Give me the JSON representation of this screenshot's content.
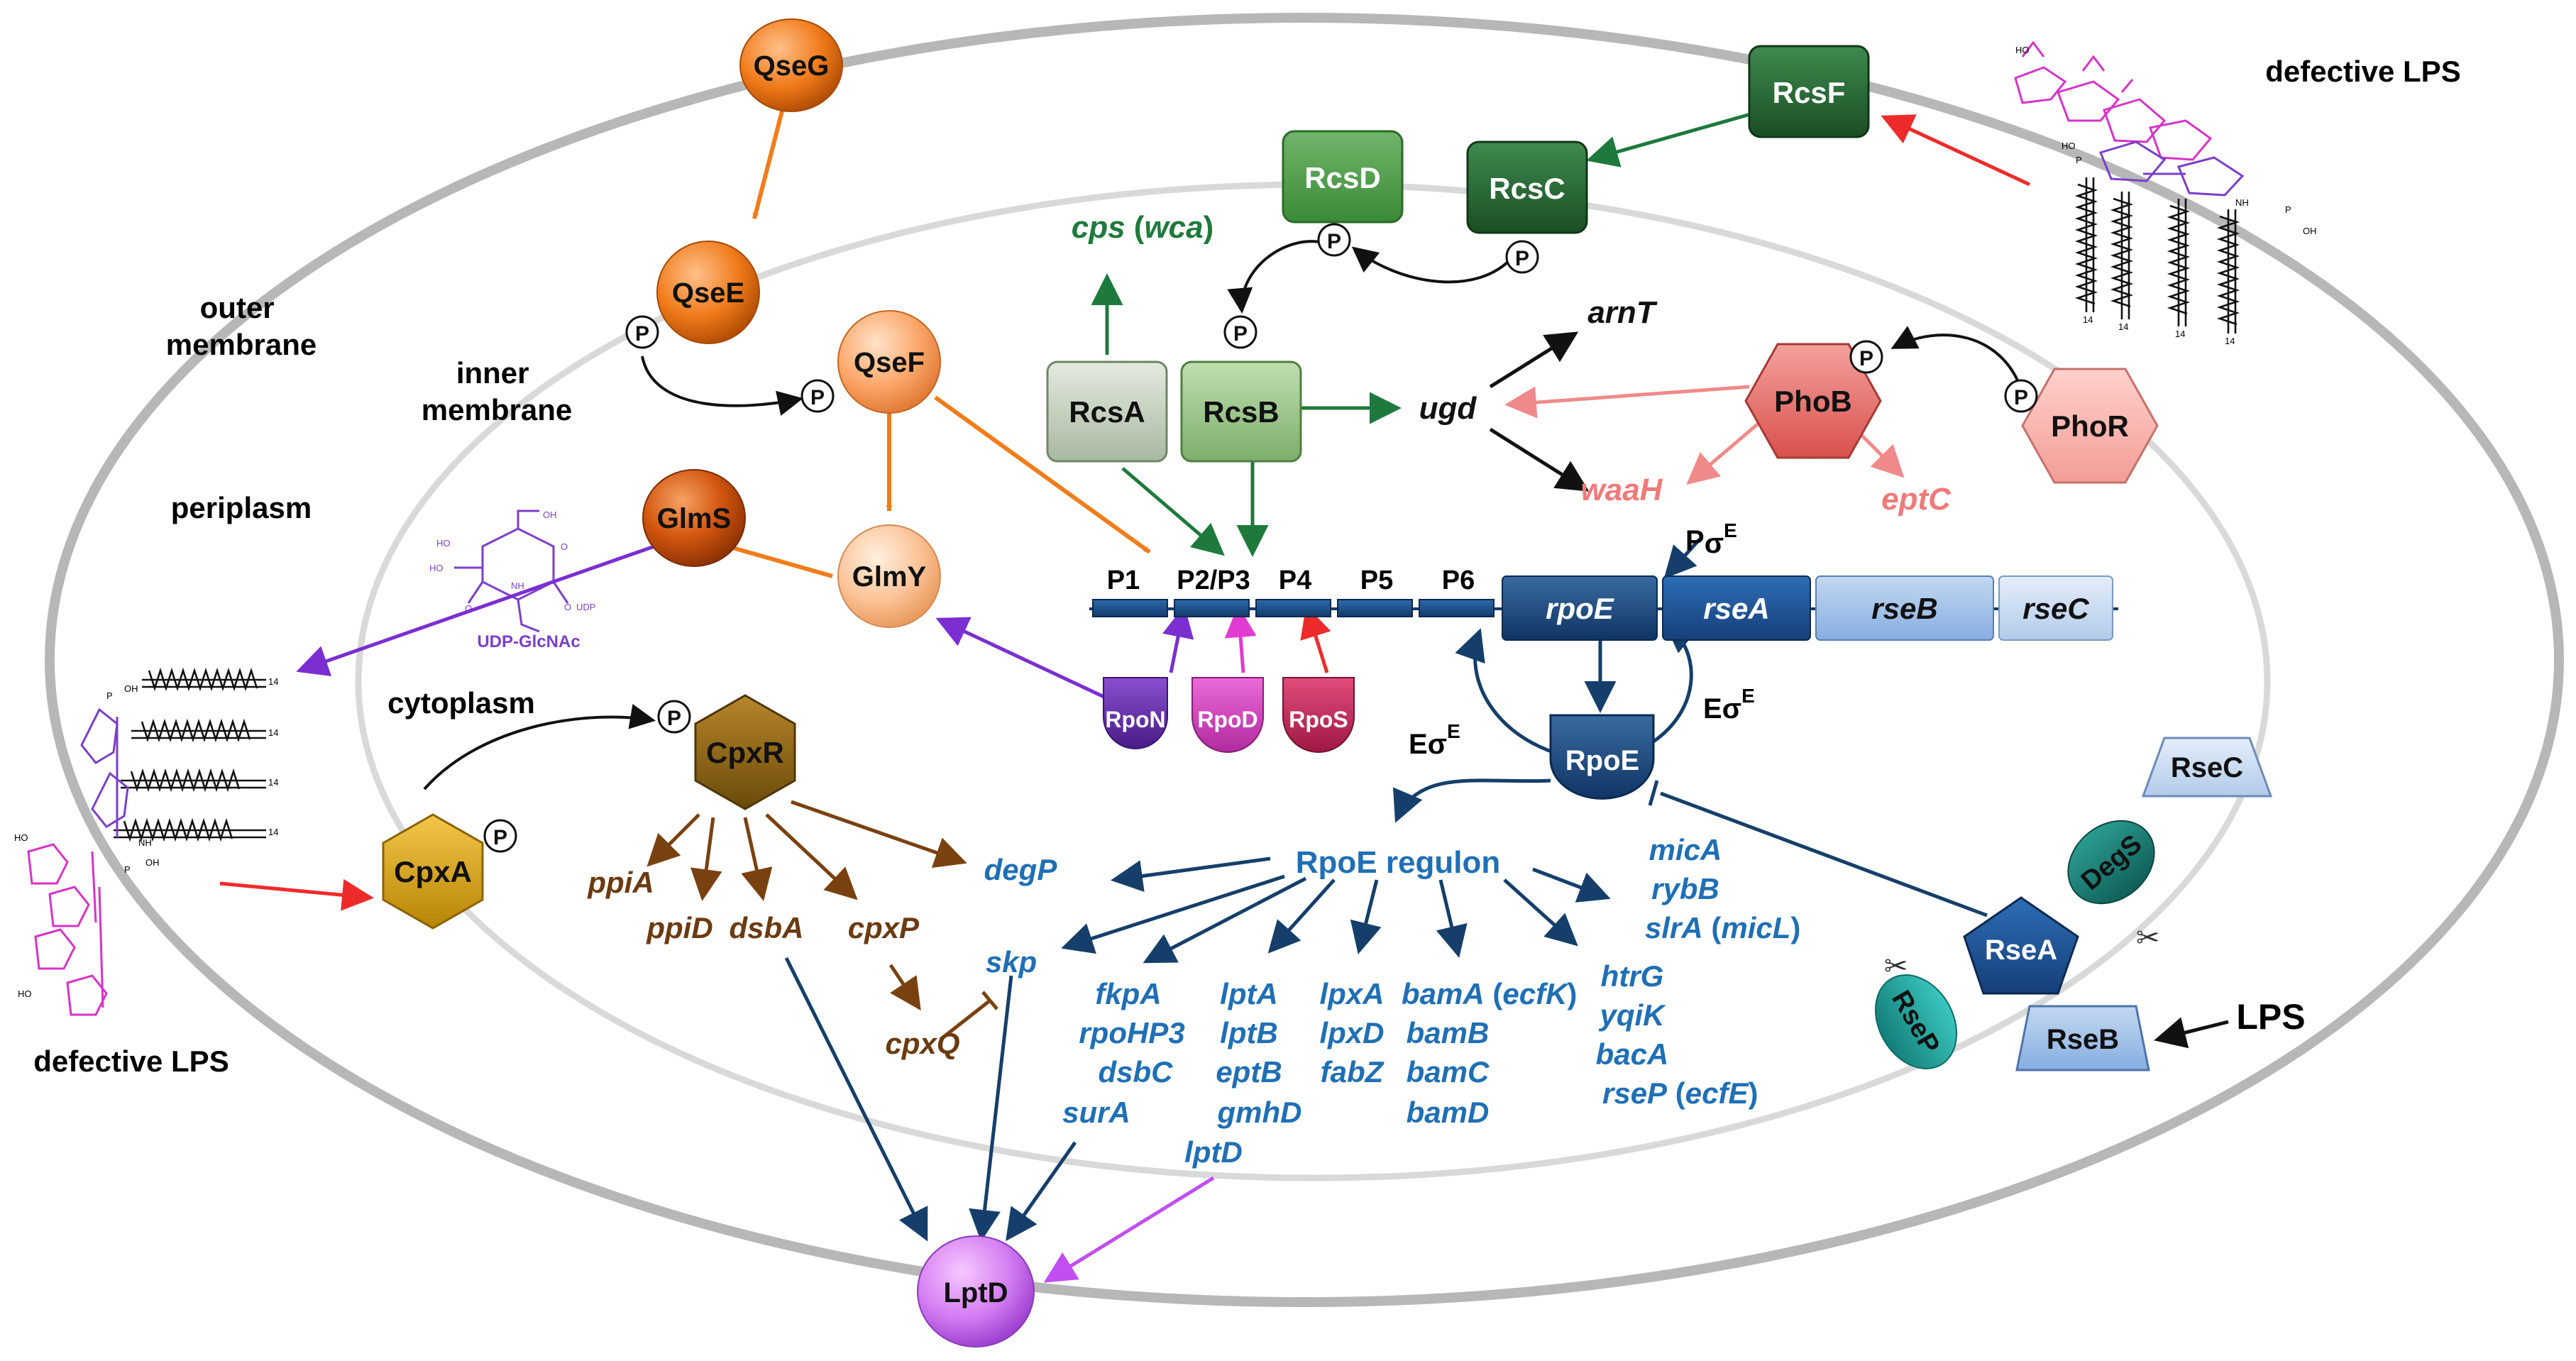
{
  "compartments": {
    "outer_membrane": [
      "outer",
      "membrane"
    ],
    "inner_membrane": [
      "inner",
      "membrane"
    ],
    "periplasm": "periplasm",
    "cytoplasm": "cytoplasm"
  },
  "lps": {
    "top_right": "defective LPS",
    "bottom_left": "defective LPS",
    "lps_bottom_right": "LPS",
    "udp_glcnac": "UDP-GlcNAc",
    "udp": "UDP",
    "oh": "OH",
    "ho": "HO",
    "nh": "NH",
    "o": "O",
    "p": "P",
    "num14": "14"
  },
  "proteins": {
    "qseg": "QseG",
    "qsee": "QseE",
    "qsef": "QseF",
    "glmy": "GlmY",
    "glms": "GlmS",
    "rcsf": "RcsF",
    "rcsc": "RcsC",
    "rcsd": "RcsD",
    "rcsa": "RcsA",
    "rcsb": "RcsB",
    "phob": "PhoB",
    "phor": "PhoR",
    "cpxa": "CpxA",
    "cpxr": "CpxR",
    "rpon": "RpoN",
    "rpod": "RpoD",
    "rpos": "RpoS",
    "rpoe": "RpoE",
    "rsec": "RseC",
    "rsea": "RseA",
    "rseb": "RseB",
    "degs": "DegS",
    "rsep": "RseP",
    "lptd": "LptD"
  },
  "phospho": "P",
  "genes": {
    "cps": "cps",
    "wca": "wca",
    "arnt": "arnT",
    "ugd": "ugd",
    "waah": "waaH",
    "eptc": "eptC",
    "ppia": "ppiA",
    "ppid": "ppiD",
    "dsba": "dsbA",
    "cpxp": "cpxP",
    "cpxq": "cpxQ",
    "degp": "degP",
    "skp": "skp"
  },
  "operon": {
    "promoters": [
      "P1",
      "P2/P3",
      "P4",
      "P5",
      "P6"
    ],
    "rpoe": "rpoE",
    "rsea": "rseA",
    "rseb": "rseB",
    "rsec": "rseC",
    "p_sigma_p": "P",
    "sigma": "σ",
    "e_sup": "E",
    "esigma_e": "E",
    "esigma_sigma": "σ"
  },
  "regulon": {
    "title": "RpoE regulon",
    "col_small_rna": [
      "micA",
      "rybB"
    ],
    "slra": "slrA",
    "micl": "micL",
    "col1": [
      "fkpA",
      "rpoHP3",
      "dsbC",
      "surA"
    ],
    "col2": [
      "lptA",
      "lptB",
      "eptB",
      "gmhD",
      "lptD"
    ],
    "col3": [
      "lpxA",
      "lpxD",
      "fabZ"
    ],
    "col4": [
      "bamA",
      "bamB",
      "bamC",
      "bamD"
    ],
    "ecfk": "ecfK",
    "col5": [
      "htrG",
      "yqiK",
      "bacA",
      "rseP"
    ],
    "ecfe": "ecfE"
  },
  "colors": {
    "outer_ring": "#b7b7b7",
    "inner_ring": "#d6d6d6",
    "qse_orange": "#f07d1a",
    "rcs_green": "#1e7a3c",
    "phob_red": "#e05a5a",
    "cpx_gold": "#c8930a",
    "rpoe_navy": "#123d6b",
    "regulon_blue": "#1f6fb5",
    "lps_magenta": "#d633c8",
    "lptd_violet": "#c95ef0"
  }
}
